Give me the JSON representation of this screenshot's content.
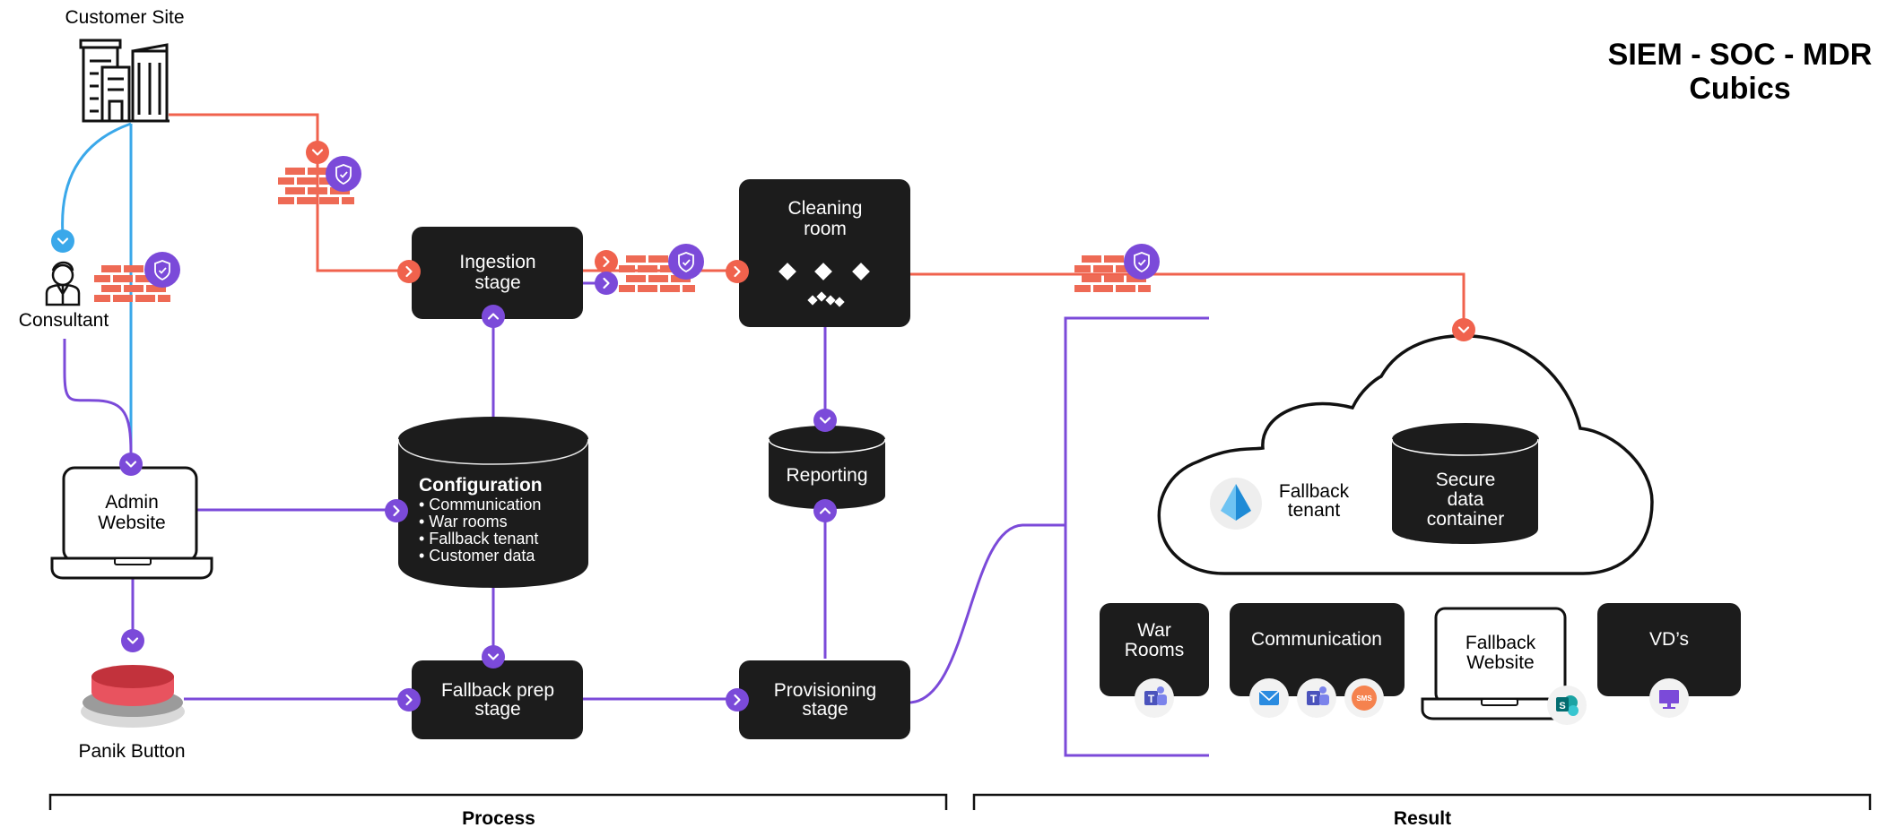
{
  "title": {
    "line1": "SIEM - SOC - MDR",
    "line2": "Cubics"
  },
  "actors": {
    "customer_site": "Customer Site",
    "consultant": "Consultant",
    "admin_website": [
      "Admin",
      "Website"
    ],
    "panik_button": "Panik Button"
  },
  "stages": {
    "ingestion": [
      "Ingestion",
      "stage"
    ],
    "cleaning": [
      "Cleaning",
      "room"
    ],
    "fallback_prep": [
      "Fallback prep",
      "stage"
    ],
    "provisioning": [
      "Provisioning",
      "stage"
    ]
  },
  "databases": {
    "configuration": {
      "title": "Configuration",
      "items": [
        "• Communication",
        "• War rooms",
        "• Fallback tenant",
        "• Customer data"
      ]
    },
    "reporting": "Reporting",
    "secure_container": [
      "Secure",
      "data",
      "container"
    ]
  },
  "cloud": {
    "fallback_tenant": [
      "Fallback",
      "tenant"
    ]
  },
  "results": {
    "war_rooms": [
      "War",
      "Rooms"
    ],
    "communication": "Communication",
    "fallback_website": [
      "Fallback",
      "Website"
    ],
    "vds": "VD’s",
    "sms_badge": "SMS"
  },
  "sections": {
    "process": "Process",
    "result": "Result"
  },
  "colors": {
    "red": "#f0624d",
    "purple": "#7b4ad9",
    "blue": "#3aa8ea",
    "dark": "#1c1c1c",
    "brick": "#ee6a55"
  }
}
